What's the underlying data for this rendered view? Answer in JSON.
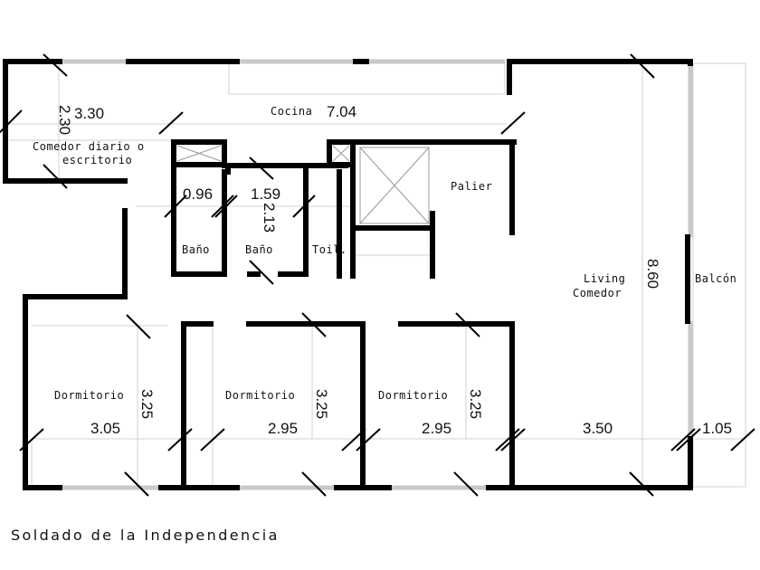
{
  "caption": "Soldado de la Independencia",
  "rooms": {
    "cocina": "Cocina",
    "comedor_diario_1": "Comedor diario o",
    "comedor_diario_2": "escritorio",
    "palier": "Palier",
    "bano_1": "Baño",
    "bano_2": "Baño",
    "toilette": "Toil.",
    "living_1": "Living",
    "living_2": "Comedor",
    "balcon": "Balcón",
    "dormitorio_1": "Dormitorio",
    "dormitorio_2": "Dormitorio",
    "dormitorio_3": "Dormitorio"
  },
  "dimensions": {
    "comedor_width": "3.30",
    "comedor_depth": "2.30",
    "cocina_width": "7.04",
    "bano_1_width": "0.96",
    "bano_2_width": "1.59",
    "bano_depth": "2.13",
    "living_depth": "8.60",
    "dormitorio_1_width": "3.05",
    "dormitorio_1_depth": "3.25",
    "dormitorio_2_width": "2.95",
    "dormitorio_2_depth": "3.25",
    "dormitorio_3_width": "2.95",
    "dormitorio_3_depth": "3.25",
    "living_width": "3.50",
    "balcon_width": "1.05"
  },
  "colors": {
    "wall": "#000000",
    "window": "#c8c8c8",
    "thin_line": "#d0d0d0"
  }
}
